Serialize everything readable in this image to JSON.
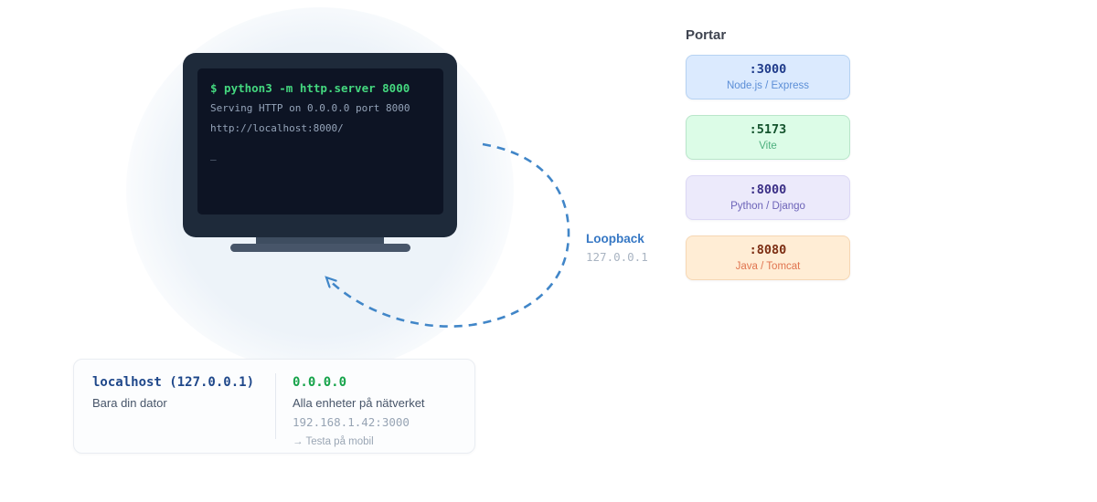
{
  "monitor": {
    "terminal": {
      "command_line": "$ python3 -m http.server 8000",
      "output_line_1": "Serving HTTP on 0.0.0.0 port 8000",
      "output_line_2": "http://localhost:8000/",
      "cursor": "_",
      "command_color": "#44d87f",
      "output_color": "#94a3b8",
      "screen_color": "#0d1424",
      "bezel_color": "#1e2a3a"
    }
  },
  "loopback": {
    "label": "Loopback",
    "ip": "127.0.0.1",
    "label_color": "#3577c4",
    "ip_color": "#a9b4c2",
    "arrow_color": "#4186c8"
  },
  "ports_panel": {
    "title": "Portar",
    "items": [
      {
        "port": ":3000",
        "label": "Node.js / Express",
        "bg": "#dbeafe",
        "border": "#b6d2f2",
        "port_color": "#1e3a8a",
        "label_color": "#5b8ed6"
      },
      {
        "port": ":5173",
        "label": "Vite",
        "bg": "#dcfce7",
        "border": "#b9e6ca",
        "port_color": "#14532d",
        "label_color": "#4caf7d"
      },
      {
        "port": ":8000",
        "label": "Python / Django",
        "bg": "#eceafb",
        "border": "#dcd8f5",
        "port_color": "#3b2f86",
        "label_color": "#6c63b8"
      },
      {
        "port": ":8080",
        "label": "Java / Tomcat",
        "bg": "#ffedd5",
        "border": "#f6d7b4",
        "port_color": "#7c2d12",
        "label_color": "#e0744f"
      }
    ]
  },
  "info_card": {
    "left": {
      "title": "localhost (127.0.0.1)",
      "subtitle": "Bara din dator",
      "title_color": "#1e478a"
    },
    "right": {
      "title": "0.0.0.0",
      "subtitle": "Alla enheter på nätverket",
      "address": "192.168.1.42:3000",
      "hint": "→ Testa på mobil",
      "title_color": "#16a34a"
    }
  }
}
